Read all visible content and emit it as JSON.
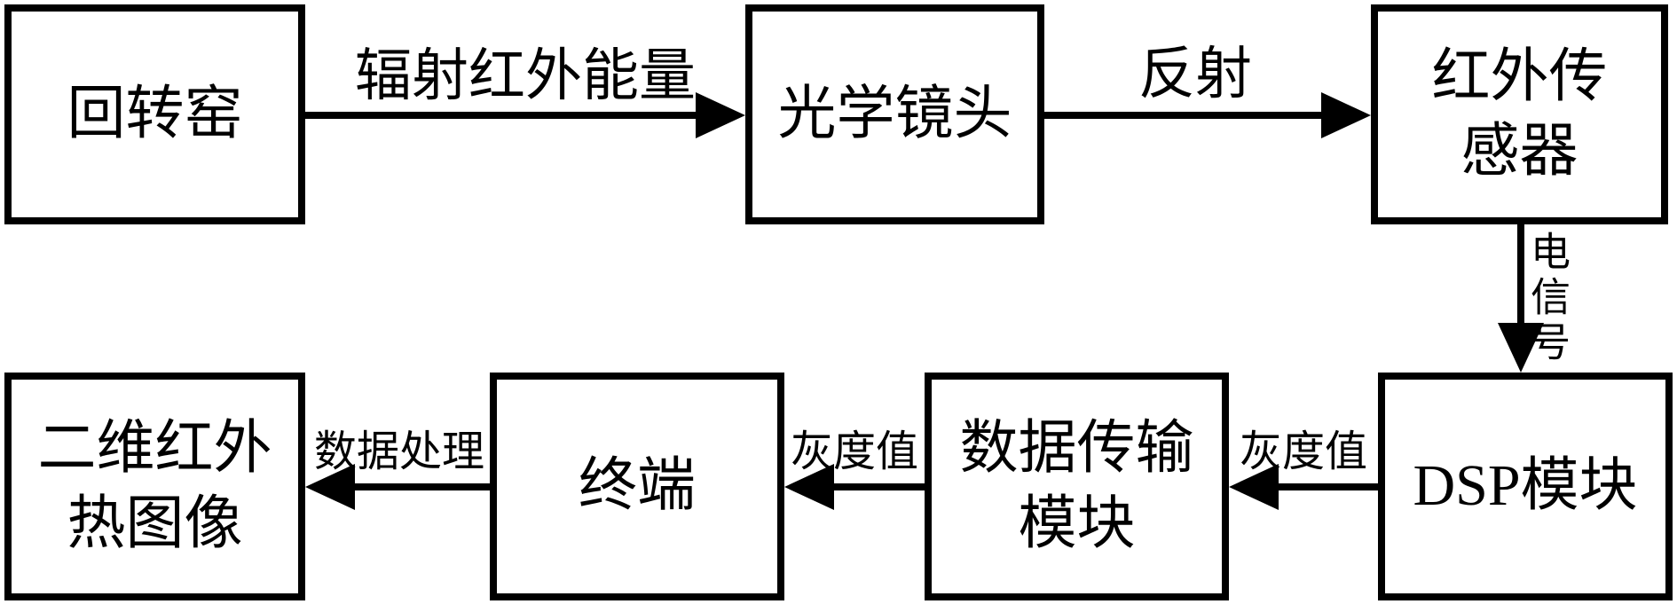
{
  "diagram": {
    "description": "Flow diagram of rotary-kiln infrared thermal imaging system",
    "boxes": {
      "kiln": "回转窑",
      "lens": "光学镜头",
      "sensor_line1": "红外传",
      "sensor_line2": "感器",
      "dsp": "DSP模块",
      "transfer_line1": "数据传输",
      "transfer_line2": "模块",
      "terminal": "终端",
      "image_line1": "二维红外",
      "image_line2": "热图像"
    },
    "labels": {
      "radiate": "辐射红外能量",
      "reflect": "反射",
      "signal": "电信号",
      "gray_dsp": "灰度值",
      "gray_transfer": "灰度值",
      "process": "数据处理"
    },
    "colors": {
      "line": "#000000",
      "background": "#ffffff",
      "text": "#000000"
    }
  }
}
